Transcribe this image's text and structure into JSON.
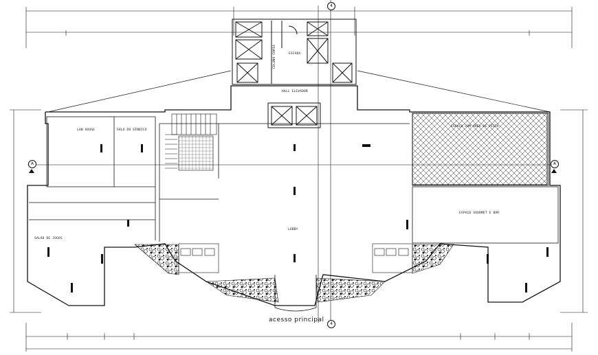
{
  "rooms": {
    "lan_house": "LAN HOUSE",
    "sala_sindico": "SALA DO SÍNDICO",
    "salao_jogos": "SALÃO DE JOGOS",
    "espaco_gourmet": "ESPAÇO GOURMET E BAR",
    "espaco_fitness": "ESPAÇO COM ÁREA DE FESTA",
    "hall": "HALL ELEVADOR",
    "escada": "ESCADA",
    "lobby": "LOBBY",
    "coluna_copia": "COLUNA COPIA"
  },
  "caption": "acesso principal",
  "axis_markers": {
    "top": "4",
    "bottom": "4",
    "left": "A",
    "right": "A"
  },
  "colors": {
    "line": "#111111",
    "background": "#ffffff",
    "hatch": "#222222"
  }
}
